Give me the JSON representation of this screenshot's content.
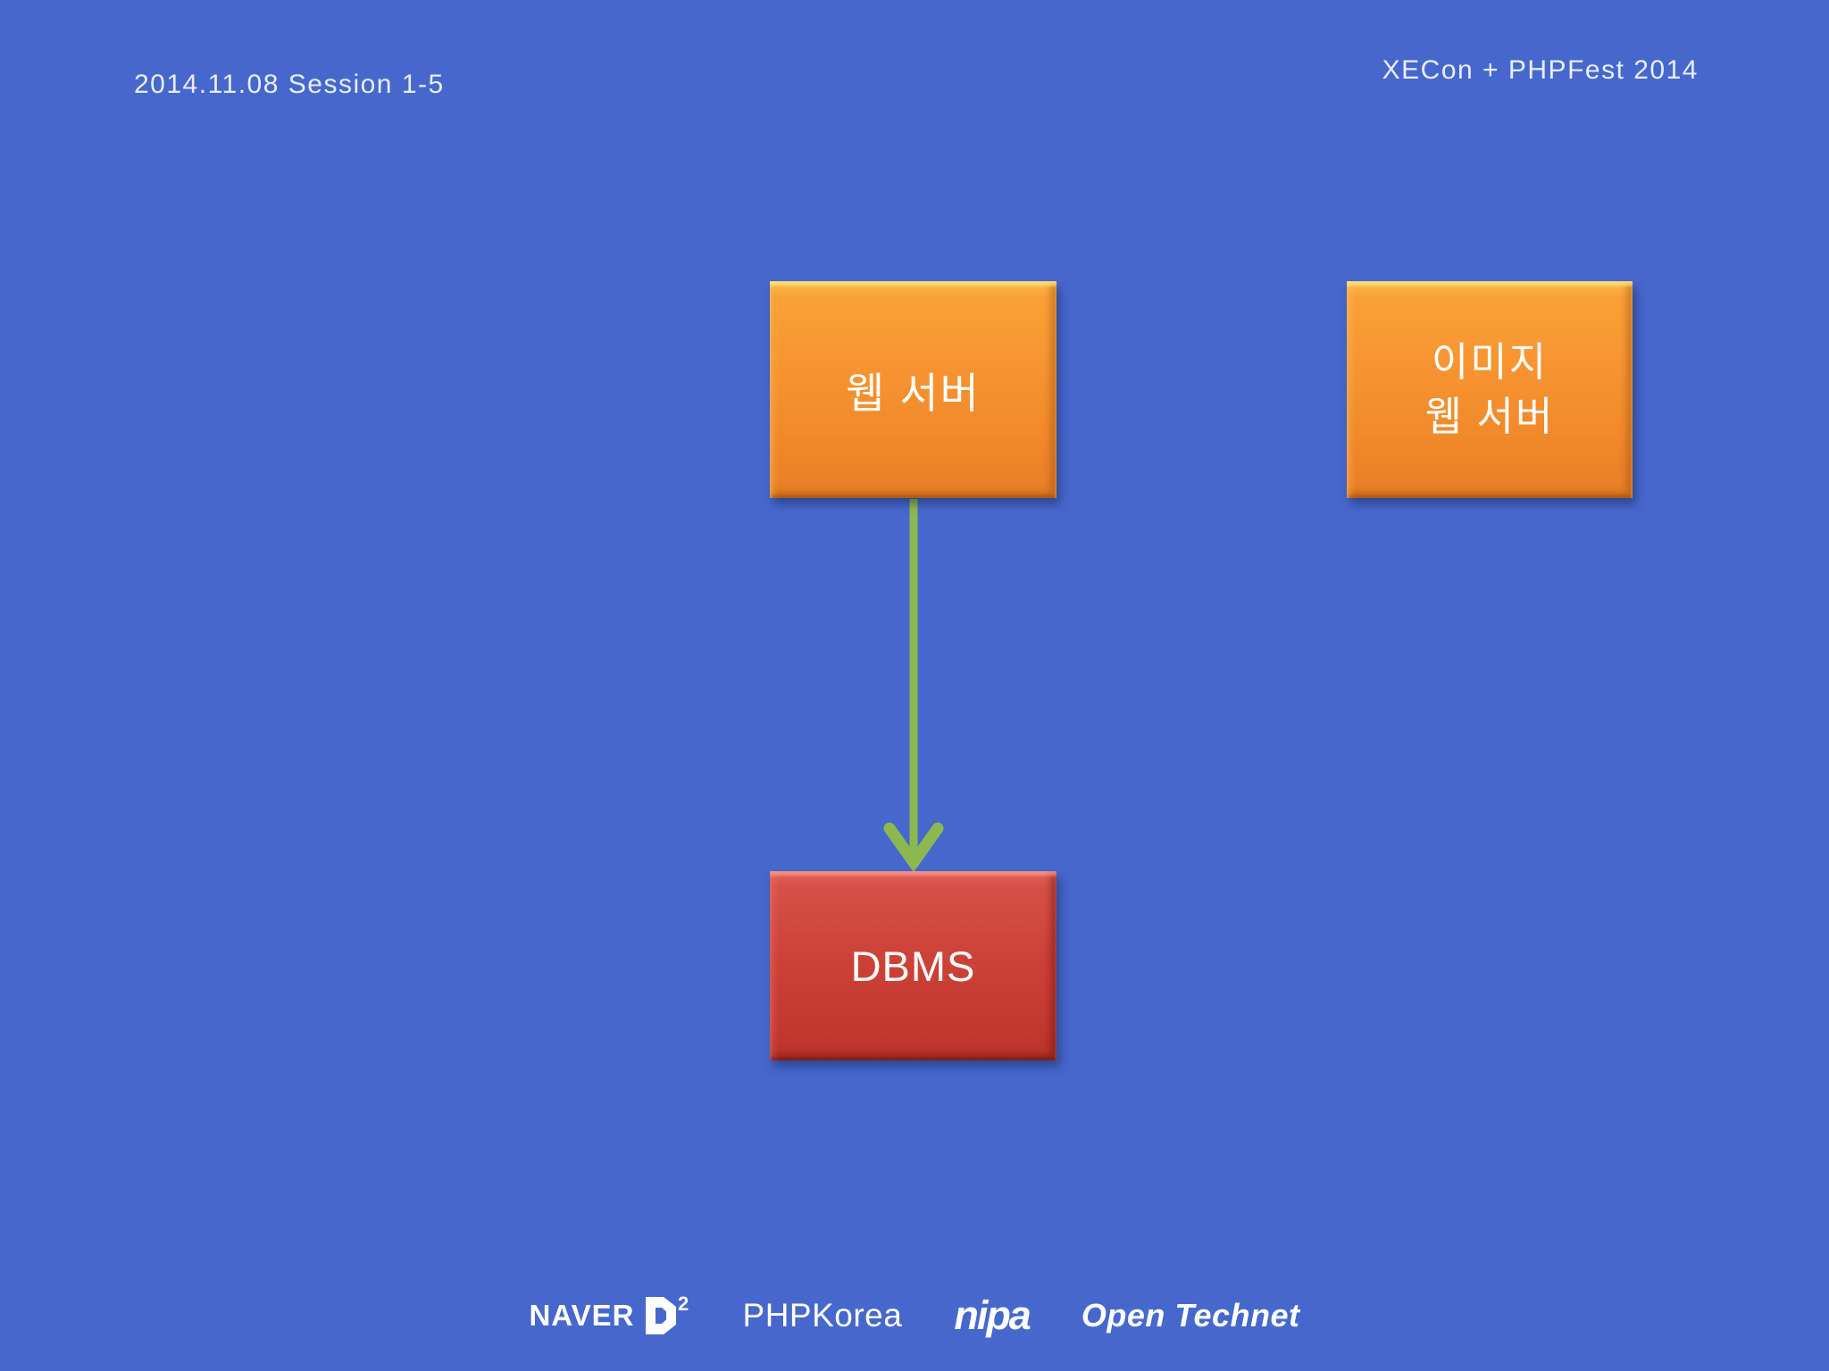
{
  "slide": {
    "header": {
      "session": "2014.11.08 Session 1-5",
      "event": "XECon + PHPFest 2014"
    },
    "diagram": {
      "web_server": {
        "label": "웹 서버"
      },
      "image_web_server": {
        "label": "이미지\n웹 서버"
      },
      "dbms": {
        "label": "DBMS"
      },
      "edge": {
        "from": "web_server",
        "to": "dbms",
        "direction": "down"
      }
    },
    "footer": {
      "naver": {
        "wordmark": "NAVER",
        "d2_superscript": "2"
      },
      "phpkorea": "PHPKorea",
      "nipa": "nipa",
      "open_technet": "Open Technet"
    },
    "colors": {
      "background": "#4668cd",
      "node_orange": "#f79431",
      "node_red": "#cd4238",
      "arrow_green": "#8cb94f",
      "text_white": "#ffffff",
      "header_text": "#e8edf9"
    }
  }
}
